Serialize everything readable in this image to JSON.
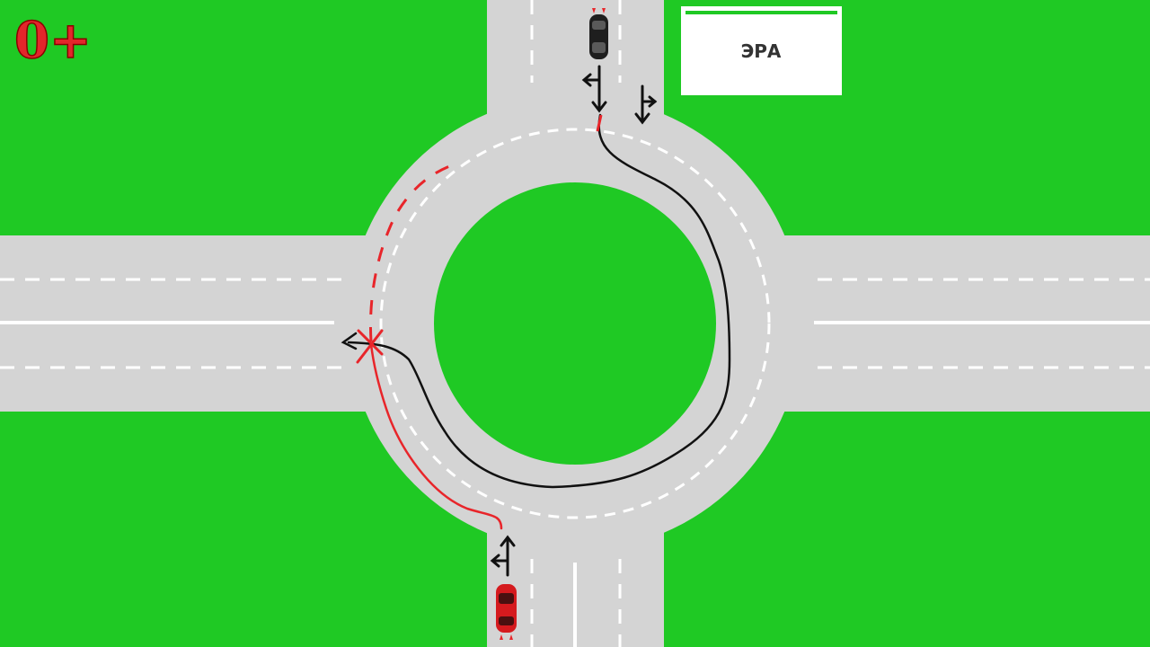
{
  "age_rating": "0+",
  "sign": {
    "label": "ЭРА"
  },
  "colors": {
    "grass": "#1fc924",
    "road": "#d4d4d4",
    "marking": "#ffffff",
    "island": "#1fc924",
    "red_path": "#e8252a",
    "black_path": "#111111",
    "red_car": "#d51a1e",
    "black_car": "#1e1e1e",
    "sign_bg": "#ffffff",
    "sign_stripe": "#1fc924",
    "age_fill": "#e3262b",
    "age_stroke": "#8b0000"
  },
  "vehicles": [
    {
      "name": "red-car",
      "color": "red",
      "heading": "north"
    },
    {
      "name": "black-car",
      "color": "black",
      "heading": "south"
    }
  ],
  "lane_arrows": [
    {
      "name": "bottom-entry-arrow",
      "directions": [
        "straight",
        "left"
      ]
    },
    {
      "name": "top-entry-arrow",
      "directions": [
        "straight",
        "right"
      ]
    },
    {
      "name": "top-lane-arrow",
      "directions": [
        "straight",
        "left"
      ]
    }
  ],
  "conflict_marker": "cross-icon"
}
